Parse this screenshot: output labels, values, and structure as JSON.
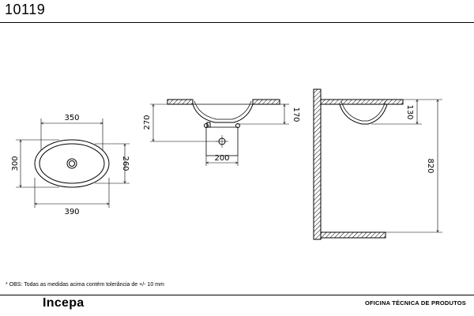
{
  "header": {
    "product_code": "10119"
  },
  "drawing": {
    "top_view": {
      "width_outer": "350",
      "length_outer": "390",
      "height_outer": "300",
      "height_inner": "260"
    },
    "side_view": {
      "total_height": "270",
      "basin_depth": "170",
      "drain_offset": "200"
    },
    "wall_view": {
      "basin_depth": "130",
      "mount_height": "820"
    }
  },
  "footer": {
    "note": "* OBS: Todas as medidas acima contém tolerância de +/- 10 mm",
    "brand": "Incepa",
    "department": "OFICINA TÉCNICA DE PRODUTOS"
  }
}
